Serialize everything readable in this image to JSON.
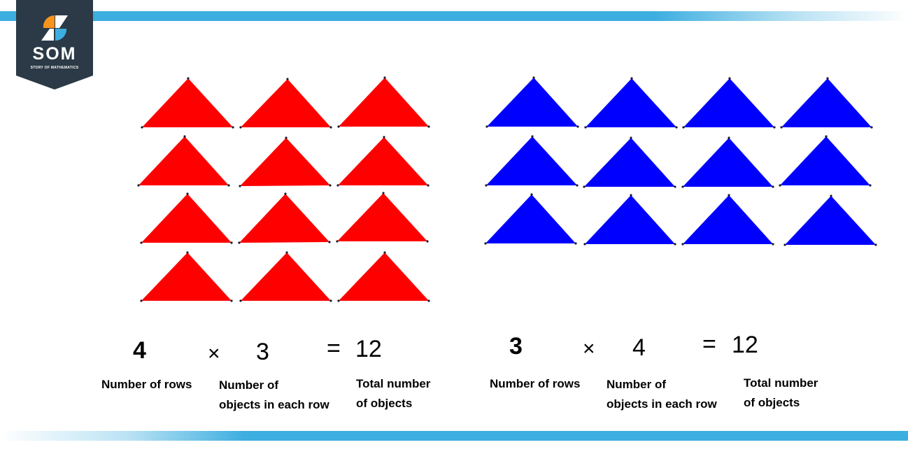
{
  "logo": {
    "name": "SOM",
    "subtitle": "STORY OF MATHEMATICS",
    "colors": {
      "background": "#2b3a46",
      "orange": "#f7941d",
      "blue": "#3daee0"
    }
  },
  "colors": {
    "bar": "#3daee0",
    "red_triangles": "#ff0000",
    "blue_triangles": "#0000ff",
    "vertex_dots": "#1a1a2e"
  },
  "left_group": {
    "shape": "triangle",
    "color": "red",
    "rows": 4,
    "per_row": 3,
    "equation": {
      "rows": "4",
      "times": "×",
      "per_row": "3",
      "equals": "=",
      "total": "12"
    },
    "labels": {
      "rows": "Number of rows",
      "per_row_line1": "Number of",
      "per_row_line2": "objects in each row",
      "total_line1": "Total number",
      "total_line2": "of objects"
    }
  },
  "right_group": {
    "shape": "triangle",
    "color": "blue",
    "rows": 3,
    "per_row": 4,
    "equation": {
      "rows": "3",
      "times": "×",
      "per_row": "4",
      "equals": "=",
      "total": "12"
    },
    "labels": {
      "rows": "Number of rows",
      "per_row_line1": "Number of",
      "per_row_line2": "objects in each row",
      "total_line1": "Total number",
      "total_line2": "of objects"
    }
  }
}
